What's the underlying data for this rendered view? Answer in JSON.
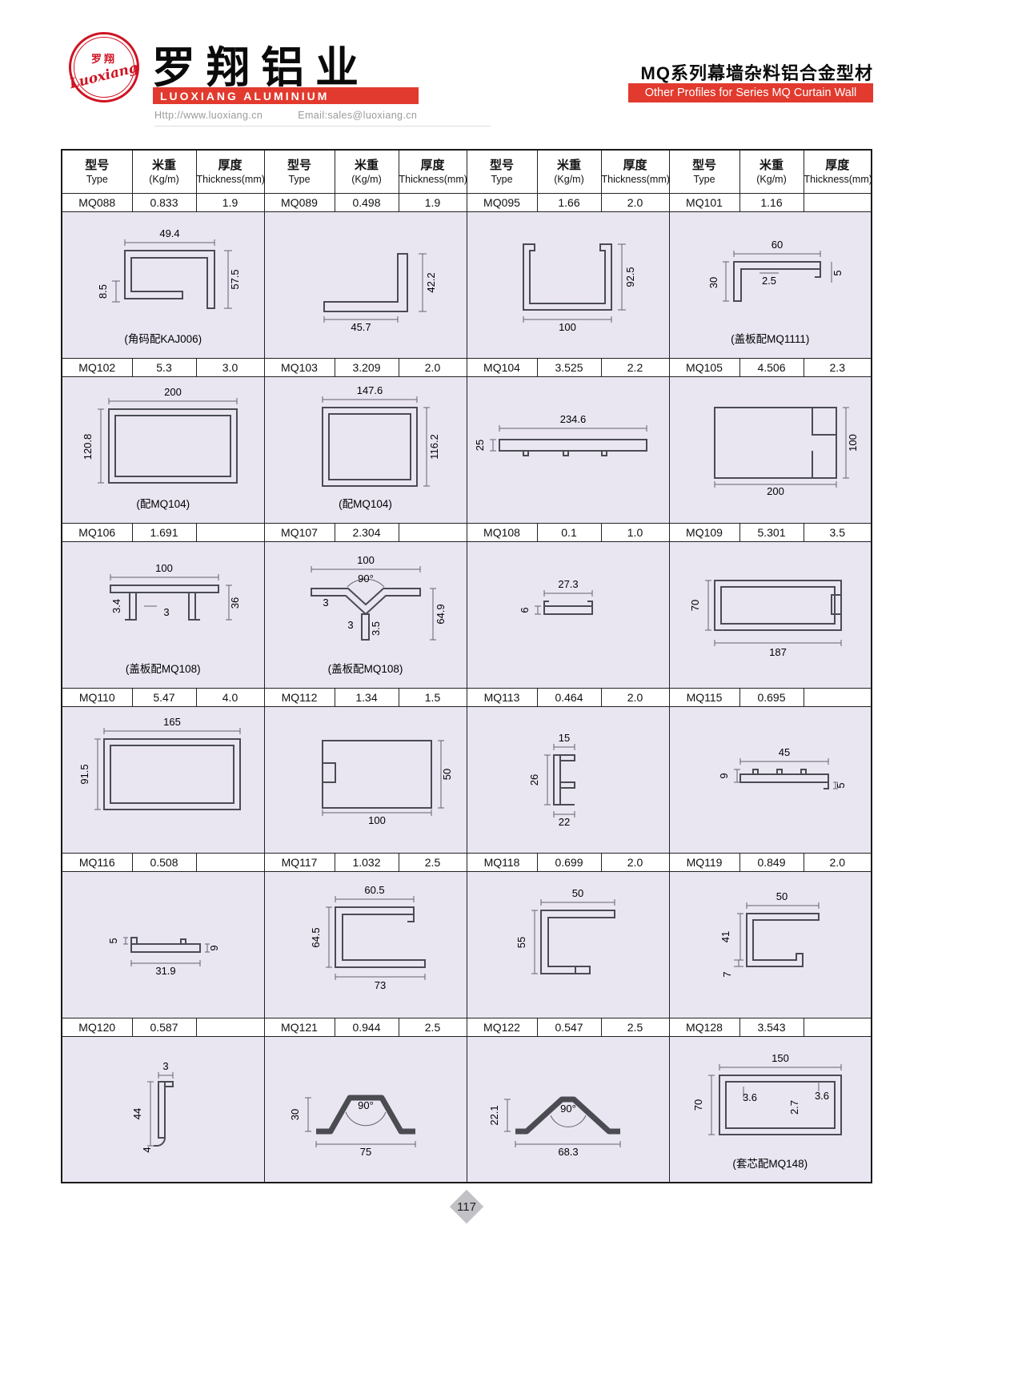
{
  "header": {
    "logo_cn": "罗翔",
    "logo_script": "Luoxiang",
    "company_cn": "罗翔铝业",
    "company_en": "LUOXIANG ALUMINIUM",
    "website": "Http://www.luoxiang.cn",
    "email": "Email:sales@luoxiang.cn",
    "title_cn": "MQ系列幕墙杂料铝合金型材",
    "title_en": "Other Profiles for Series MQ Curtain Wall"
  },
  "col_headers": {
    "type_cn": "型号",
    "type_en": "Type",
    "weight_cn": "米重",
    "weight_en": "(Kg/m)",
    "thick_cn": "厚度",
    "thick_en": "Thickness(mm)"
  },
  "rows": [
    {
      "specs": [
        {
          "type": "MQ088",
          "weight": "0.833",
          "thick": "1.9"
        },
        {
          "type": "MQ089",
          "weight": "0.498",
          "thick": "1.9"
        },
        {
          "type": "MQ095",
          "weight": "1.66",
          "thick": "2.0"
        },
        {
          "type": "MQ101",
          "weight": "1.16",
          "thick": ""
        }
      ],
      "drawings": [
        {
          "dims": [
            "49.4",
            "8.5",
            "57.5"
          ],
          "note": "(角码配KAJ006)"
        },
        {
          "dims": [
            "42.2",
            "45.7"
          ]
        },
        {
          "dims": [
            "92.5",
            "100"
          ]
        },
        {
          "dims": [
            "60",
            "2.5",
            "5",
            "30"
          ],
          "note": "(盖板配MQ1111)"
        }
      ]
    },
    {
      "specs": [
        {
          "type": "MQ102",
          "weight": "5.3",
          "thick": "3.0"
        },
        {
          "type": "MQ103",
          "weight": "3.209",
          "thick": "2.0"
        },
        {
          "type": "MQ104",
          "weight": "3.525",
          "thick": "2.2"
        },
        {
          "type": "MQ105",
          "weight": "4.506",
          "thick": "2.3"
        }
      ],
      "drawings": [
        {
          "dims": [
            "200",
            "120.8"
          ],
          "note": "(配MQ104)"
        },
        {
          "dims": [
            "147.6",
            "116.2"
          ],
          "note": "(配MQ104)"
        },
        {
          "dims": [
            "234.6",
            "25"
          ]
        },
        {
          "dims": [
            "100",
            "200"
          ]
        }
      ]
    },
    {
      "specs": [
        {
          "type": "MQ106",
          "weight": "1.691",
          "thick": ""
        },
        {
          "type": "MQ107",
          "weight": "2.304",
          "thick": ""
        },
        {
          "type": "MQ108",
          "weight": "0.1",
          "thick": "1.0"
        },
        {
          "type": "MQ109",
          "weight": "5.301",
          "thick": "3.5"
        }
      ],
      "drawings": [
        {
          "dims": [
            "100",
            "3.4",
            "3",
            "36"
          ],
          "note": "(盖板配MQ108)"
        },
        {
          "dims": [
            "100",
            "90°",
            "3",
            "3",
            "3.5",
            "64.9"
          ],
          "note": "(盖板配MQ108)"
        },
        {
          "dims": [
            "27.3",
            "6"
          ]
        },
        {
          "dims": [
            "70",
            "187"
          ]
        }
      ]
    },
    {
      "specs": [
        {
          "type": "MQ110",
          "weight": "5.47",
          "thick": "4.0"
        },
        {
          "type": "MQ112",
          "weight": "1.34",
          "thick": "1.5"
        },
        {
          "type": "MQ113",
          "weight": "0.464",
          "thick": "2.0"
        },
        {
          "type": "MQ115",
          "weight": "0.695",
          "thick": ""
        }
      ],
      "drawings": [
        {
          "dims": [
            "165",
            "91.5"
          ]
        },
        {
          "dims": [
            "50",
            "100"
          ]
        },
        {
          "dims": [
            "15",
            "26",
            "22"
          ]
        },
        {
          "dims": [
            "45",
            "9",
            "5"
          ]
        }
      ]
    },
    {
      "specs": [
        {
          "type": "MQ116",
          "weight": "0.508",
          "thick": ""
        },
        {
          "type": "MQ117",
          "weight": "1.032",
          "thick": "2.5"
        },
        {
          "type": "MQ118",
          "weight": "0.699",
          "thick": "2.0"
        },
        {
          "type": "MQ119",
          "weight": "0.849",
          "thick": "2.0"
        }
      ],
      "drawings": [
        {
          "dims": [
            "5",
            "9",
            "31.9"
          ]
        },
        {
          "dims": [
            "60.5",
            "64.5",
            "73"
          ]
        },
        {
          "dims": [
            "50",
            "55"
          ]
        },
        {
          "dims": [
            "50",
            "41",
            "7"
          ]
        }
      ]
    },
    {
      "specs": [
        {
          "type": "MQ120",
          "weight": "0.587",
          "thick": ""
        },
        {
          "type": "MQ121",
          "weight": "0.944",
          "thick": "2.5"
        },
        {
          "type": "MQ122",
          "weight": "0.547",
          "thick": "2.5"
        },
        {
          "type": "MQ128",
          "weight": "3.543",
          "thick": ""
        }
      ],
      "drawings": [
        {
          "dims": [
            "3",
            "44",
            "4"
          ]
        },
        {
          "dims": [
            "30",
            "90°",
            "75"
          ]
        },
        {
          "dims": [
            "22.1",
            "90°",
            "68.3"
          ]
        },
        {
          "dims": [
            "150",
            "3.6",
            "2.7",
            "3.6",
            "70"
          ],
          "note": "(套芯配MQ148)"
        }
      ]
    }
  ],
  "page_number": "117"
}
